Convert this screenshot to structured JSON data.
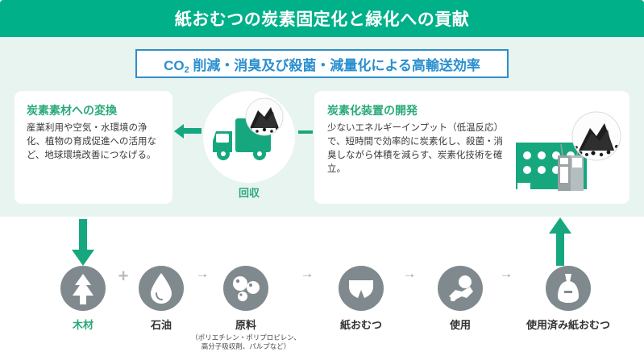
{
  "header": {
    "title": "紙おむつの炭素固定化と緑化への貢献"
  },
  "highlight": {
    "prefix": "CO",
    "subscript": "2",
    "text": " 削減・消臭及び殺菌・減量化による高輸送効率"
  },
  "panels": {
    "left": {
      "heading": "炭素素材への変換",
      "body": "産業利用や空気・水環境の浄化、植物の育成促進への活用など、地球環境改善につなげる。"
    },
    "right": {
      "heading": "炭素化装置の開発",
      "body": "少ないエネルギーインプット（低温反応）で、短時間で効率的に炭素化し、殺菌・消臭しながら体積を減らす、炭素化技術を確立。"
    }
  },
  "center": {
    "label": "回収"
  },
  "chain": {
    "nodes": [
      {
        "label": "木材",
        "sub": "",
        "icon": "tree-icon",
        "green": true
      },
      {
        "label": "石油",
        "sub": "",
        "icon": "oil-drop-icon",
        "green": false
      },
      {
        "label": "原料",
        "sub": "（ポリエチレン・ポリプロピレン、高分子吸収剤、パルプなど）",
        "icon": "pellets-icon",
        "green": false
      },
      {
        "label": "紙おむつ",
        "sub": "",
        "icon": "diaper-icon",
        "green": false
      },
      {
        "label": "使用",
        "sub": "",
        "icon": "baby-icon",
        "green": false
      },
      {
        "label": "使用済み紙おむつ",
        "sub": "",
        "icon": "waste-bag-icon",
        "green": false
      }
    ],
    "connectors": [
      "+",
      "→",
      "→",
      "→",
      "→"
    ]
  },
  "colors": {
    "brand_green": "#00b089",
    "accent_green": "#16a77f",
    "heading_green": "#2aaa7a",
    "blue": "#2e8fc9",
    "tint_bg": "#e8f4f0",
    "gray_circle": "#808a8e"
  }
}
